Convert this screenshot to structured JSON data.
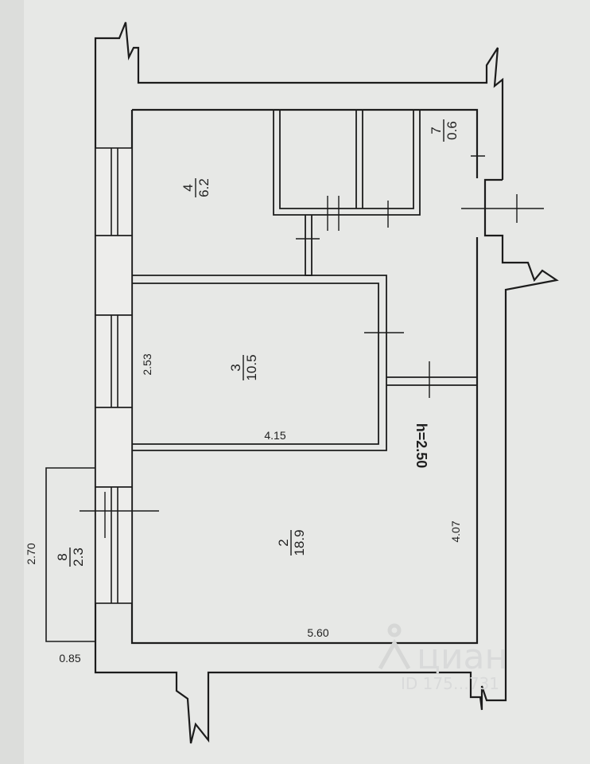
{
  "rooms": [
    {
      "number": "4",
      "area": "6.2"
    },
    {
      "number": "3",
      "area": "10.5"
    },
    {
      "number": "2",
      "area": "18.9"
    },
    {
      "number": "7",
      "area": "0.6"
    },
    {
      "number": "8",
      "area": "2.3"
    }
  ],
  "dimensions": {
    "d_2_53": "2.53",
    "d_4_15": "4.15",
    "d_4_07": "4.07",
    "d_5_60": "5.60",
    "d_2_70": "2.70",
    "d_0_85": "0.85"
  },
  "ceiling_height": "h=2.50",
  "watermark": {
    "brand": "циан",
    "id": "ID 175…731"
  },
  "colors": {
    "paper": "#e7e8e6",
    "line": "#1c1c1c",
    "wall_fill": "#f2f2ef"
  }
}
